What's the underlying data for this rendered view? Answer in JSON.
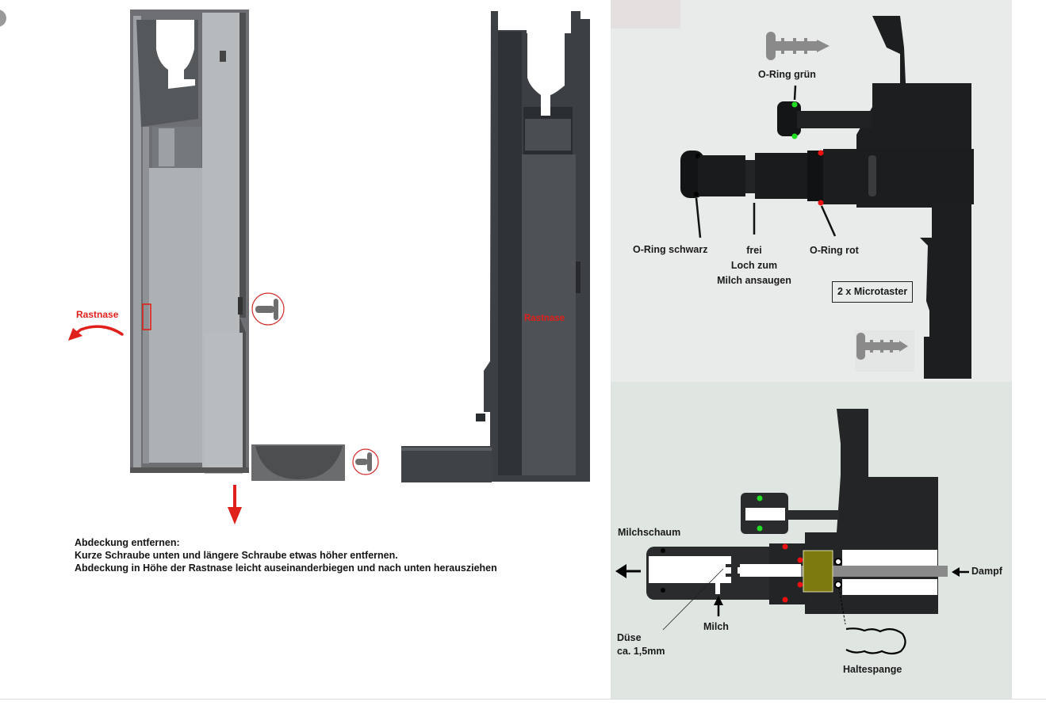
{
  "left_figure": {
    "rastnase_label_left": "Rastnase",
    "rastnase_label_inner": "Rastnase",
    "caption": {
      "line1": "Abdeckung entfernen:",
      "line2": "Kurze Schraube unten und längere Schraube etwas höher entfernen.",
      "line3": "Abdeckung in Höhe der Rastnase leicht auseinanderbiegen und nach unten herausziehen"
    }
  },
  "top_right_figure": {
    "o_ring_green": "O-Ring grün",
    "o_ring_black": "O-Ring schwarz",
    "free_hole_line1": "frei",
    "free_hole_line2": "Loch zum",
    "free_hole_line3": "Milch ansaugen",
    "o_ring_red": "O-Ring rot",
    "microswitch_box": "2 x Microtaster"
  },
  "bottom_right_figure": {
    "milk_foam": "Milchschaum",
    "steam": "Dampf",
    "milk": "Milch",
    "nozzle_line1": "Düse",
    "nozzle_line2": "ca. 1,5mm",
    "retaining_clip": "Haltespange"
  },
  "colors": {
    "annotation_red": "#e0201a",
    "o_ring_green": "#22dd22",
    "o_ring_red": "#ee1111",
    "nozzle_insert": "#7d7a10",
    "cover_grey": "#a4a7a9",
    "housing_dark": "#2a2b2d"
  }
}
